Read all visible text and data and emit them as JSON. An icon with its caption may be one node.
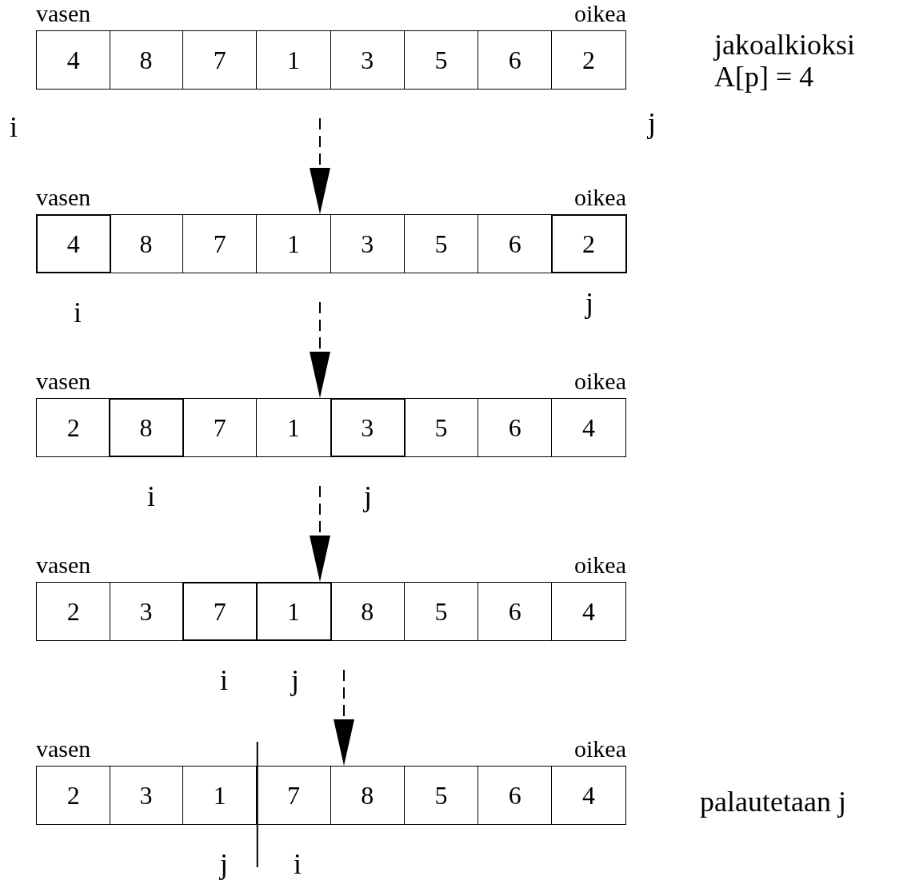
{
  "diagram": {
    "nodes": [
      {
        "text": [],
        "shape": "bar",
        "beside": [
          "vasen",
          "oikea"
        ]
      },
      {
        "text": [
          "4"
        ],
        "in": 0
      },
      {
        "text": [
          "8"
        ],
        "in": 0
      },
      {
        "text": [
          "7"
        ],
        "in": 0
      },
      {
        "text": [
          "1"
        ],
        "in": 0
      },
      {
        "text": [
          "3"
        ],
        "in": 0
      },
      {
        "text": [
          "5"
        ],
        "in": 0
      },
      {
        "text": [
          "6"
        ],
        "in": 0
      },
      {
        "text": [
          "2"
        ],
        "in": 0
      },
      {
        "text": [],
        "shape": "bar",
        "beside": [
          "vasen",
          "oikea"
        ]
      },
      {
        "text": [
          "4"
        ],
        "in": 9
      },
      {
        "text": [
          "8"
        ],
        "in": 9
      },
      {
        "text": [
          "7"
        ],
        "in": 9
      },
      {
        "text": [
          "1"
        ],
        "in": 9
      },
      {
        "text": [
          "3"
        ],
        "in": 9
      },
      {
        "text": [
          "5"
        ],
        "in": 9
      },
      {
        "text": [
          "6"
        ],
        "in": 9
      },
      {
        "text": [
          "2"
        ],
        "in": 9
      },
      {
        "text": [],
        "shape": "bar",
        "beside": [
          "vasen",
          "oikea"
        ]
      },
      {
        "text": [
          "2"
        ],
        "in": 18
      },
      {
        "text": [
          "8"
        ],
        "in": 18
      },
      {
        "text": [
          "7"
        ],
        "in": 18
      },
      {
        "text": [
          "1"
        ],
        "in": 18
      },
      {
        "text": [
          "3"
        ],
        "in": 18
      },
      {
        "text": [
          "5"
        ],
        "in": 18
      },
      {
        "text": [
          "6"
        ],
        "in": 18
      },
      {
        "text": [
          "4"
        ],
        "in": 18
      },
      {
        "text": [],
        "shape": "bar",
        "beside": [
          "vasen",
          "oikea"
        ]
      },
      {
        "text": [
          "2"
        ],
        "in": 27
      },
      {
        "text": [
          "3"
        ],
        "in": 27
      },
      {
        "text": [
          "7"
        ],
        "in": 27
      },
      {
        "text": [
          "1"
        ],
        "in": 27
      },
      {
        "text": [
          "8"
        ],
        "in": 27
      },
      {
        "text": [
          "5"
        ],
        "in": 27
      },
      {
        "text": [
          "6"
        ],
        "in": 27
      },
      {
        "text": [
          "4"
        ],
        "in": 27
      },
      {
        "text": [],
        "shape": "bar",
        "beside": [
          "vasen",
          "oikea"
        ]
      },
      {
        "text": [
          "2"
        ],
        "in": 36
      },
      {
        "text": [
          "3"
        ],
        "in": 36
      },
      {
        "text": [
          "1"
        ],
        "in": 36
      },
      {
        "text": [
          "7"
        ],
        "in": 36
      },
      {
        "text": [
          "8"
        ],
        "in": 36
      },
      {
        "text": [
          "5"
        ],
        "in": 36
      },
      {
        "text": [
          "6"
        ],
        "in": 36
      },
      {
        "text": [
          "4"
        ],
        "in": 36
      }
    ],
    "edges": [
      {
        "from": 0,
        "to": 9,
        "arrow": "to",
        "style": "dashed"
      },
      {
        "from": 9,
        "to": 18,
        "arrow": "to",
        "style": "dashed"
      },
      {
        "from": 18,
        "to": 27,
        "arrow": "to",
        "style": "dashed"
      },
      {
        "from": 27,
        "to": 36,
        "arrow": "to",
        "style": "dashed"
      }
    ],
    "labels": [
      "jakoalkioksi A[p] = 4",
      "i",
      "j",
      "i",
      "j",
      "i",
      "j",
      "i",
      "j",
      "palautetaan j",
      "j",
      "i"
    ]
  }
}
